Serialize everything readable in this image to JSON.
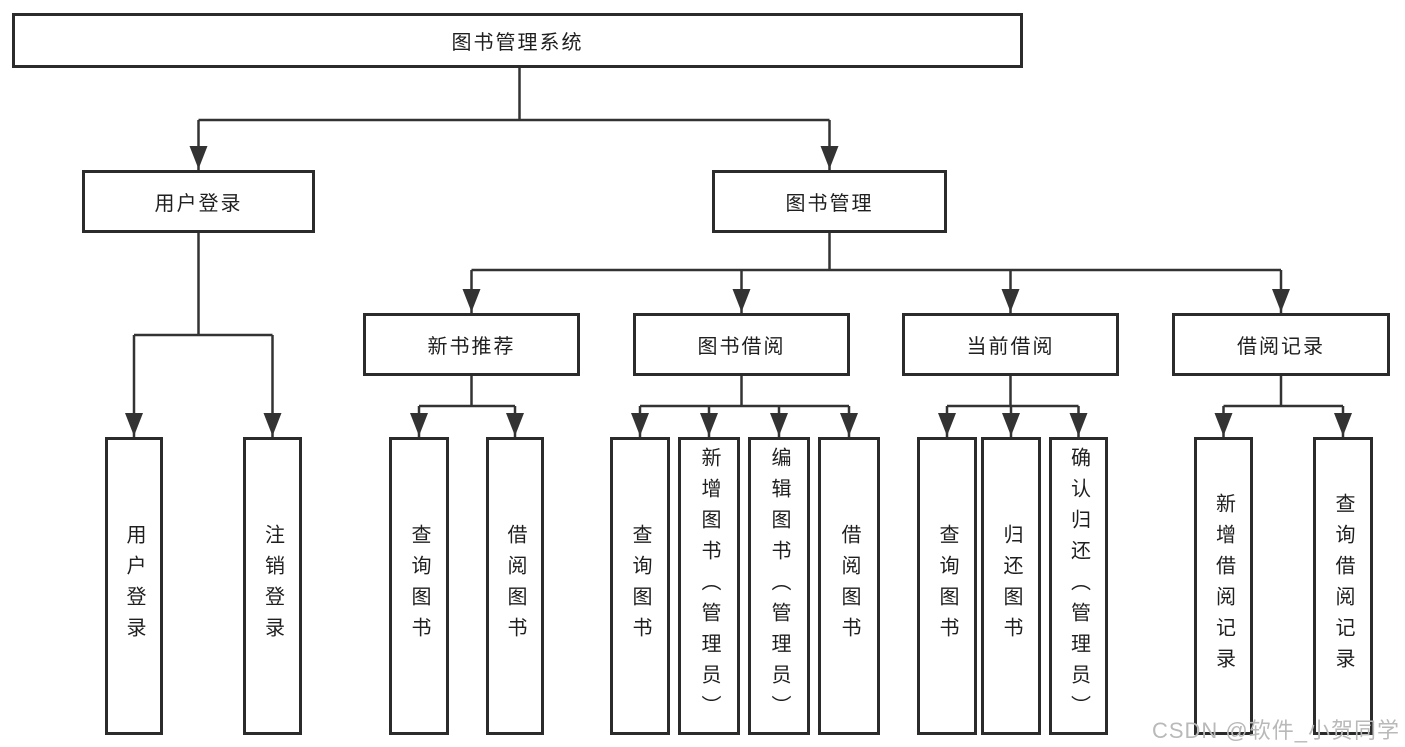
{
  "tree": {
    "root": {
      "label": "图书管理系统",
      "children": [
        {
          "label": "用户登录",
          "children": [
            {
              "label": "用户登录"
            },
            {
              "label": "注销登录"
            }
          ]
        },
        {
          "label": "图书管理",
          "children": [
            {
              "label": "新书推荐",
              "children": [
                {
                  "label": "查询图书"
                },
                {
                  "label": "借阅图书"
                }
              ]
            },
            {
              "label": "图书借阅",
              "children": [
                {
                  "label": "查询图书"
                },
                {
                  "label": "新增图书（管理员）"
                },
                {
                  "label": "编辑图书（管理员）"
                },
                {
                  "label": "借阅图书"
                }
              ]
            },
            {
              "label": "当前借阅",
              "children": [
                {
                  "label": "查询图书"
                },
                {
                  "label": "归还图书"
                },
                {
                  "label": "确认归还（管理员）"
                }
              ]
            },
            {
              "label": "借阅记录",
              "children": [
                {
                  "label": "新增借阅记录"
                },
                {
                  "label": "查询借阅记录"
                }
              ]
            }
          ]
        }
      ]
    }
  },
  "watermark": {
    "text": "CSDN @软件_小贺同学"
  },
  "colors": {
    "line": "#333333",
    "box_border": "#2b2b2b",
    "text": "#1f1f1f",
    "watermark": "#b9b9b9",
    "background": "#ffffff"
  }
}
